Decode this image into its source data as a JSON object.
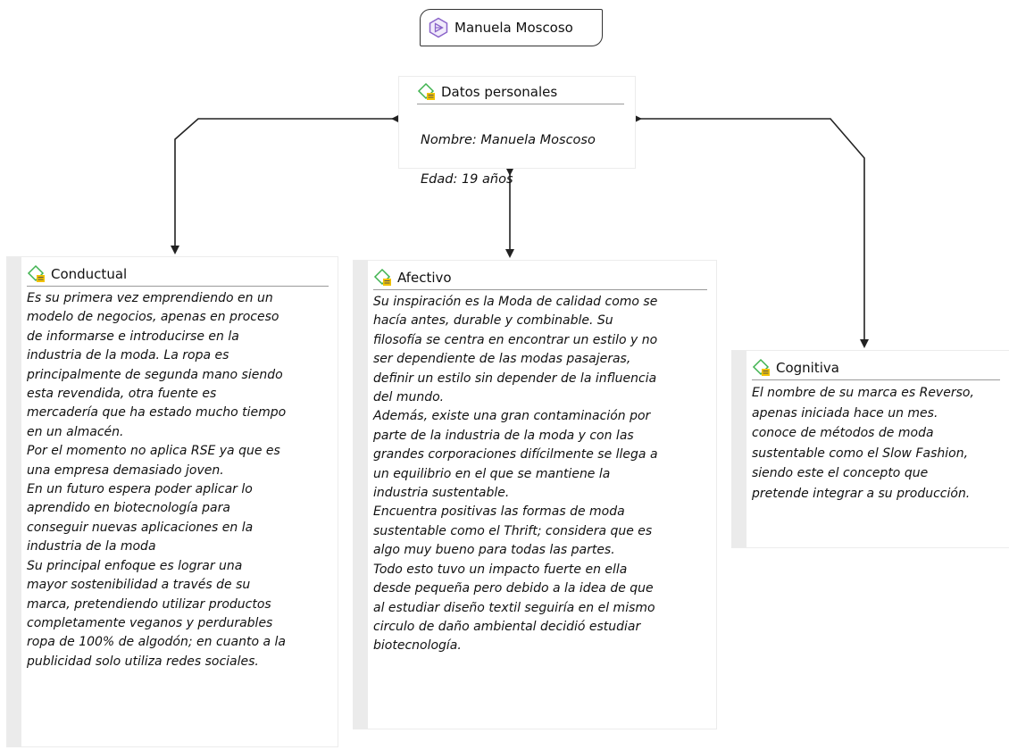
{
  "root": {
    "label": "Manuela Moscoso",
    "icon": "case-icon",
    "icon_color": "#8a63c9"
  },
  "nodes": {
    "datos": {
      "title": "Datos personales",
      "lines": [
        "Nombre: Manuela Moscoso",
        "Edad: 19 años"
      ]
    },
    "conductual": {
      "title": "Conductual",
      "text": "Es su primera vez emprendiendo en un\nmodelo de negocios, apenas en proceso\nde informarse e introducirse en la\nindustria de la moda. La ropa es\nprincipalmente de segunda mano siendo\nesta revendida, otra fuente es\nmercadería que ha estado mucho tiempo\nen un almacén.\nPor el momento no aplica RSE ya que es\nuna empresa demasiado joven.\nEn un futuro espera poder aplicar lo\naprendido en biotecnología para\nconseguir nuevas aplicaciones en la\nindustria de la moda\nSu principal enfoque es lograr una\nmayor sostenibilidad a través de su\nmarca, pretendiendo utilizar productos\ncompletamente veganos y perdurables\nropa de 100% de algodón; en cuanto a la\npublicidad solo utiliza redes sociales."
    },
    "afectivo": {
      "title": "Afectivo",
      "text": "Su inspiración es la Moda de calidad como se\nhacía antes, durable y combinable. Su\nfilosofía se centra en encontrar un estilo y no\nser dependiente de las modas pasajeras,\ndefinir un estilo sin depender de la influencia\ndel mundo.\nAdemás, existe una gran contaminación por\nparte de la industria de la moda y con las\ngrandes corporaciones difícilmente se llega a\nun equilibrio en el que se mantiene la\nindustria sustentable.\nEncuentra positivas las formas de moda\nsustentable como el Thrift; considera que es\nalgo muy bueno para todas las partes.\nTodo esto tuvo un impacto fuerte en ella\ndesde pequeña pero debido a la idea de que\nal estudiar diseño textil seguiría en el mismo\ncirculo de daño ambiental decidió estudiar\nbiotecnología."
    },
    "cognitiva": {
      "title": "Cognitiva",
      "text": "El nombre de su marca es Reverso,\napenas iniciada hace un mes.\nconoce de métodos de moda\nsustentable como el Slow Fashion,\nsiendo este el concepto que\npretende integrar a su producción."
    }
  },
  "colors": {
    "code_icon_green": "#3fb34f",
    "code_icon_yellow": "#f2c200",
    "edge": "#222222"
  }
}
